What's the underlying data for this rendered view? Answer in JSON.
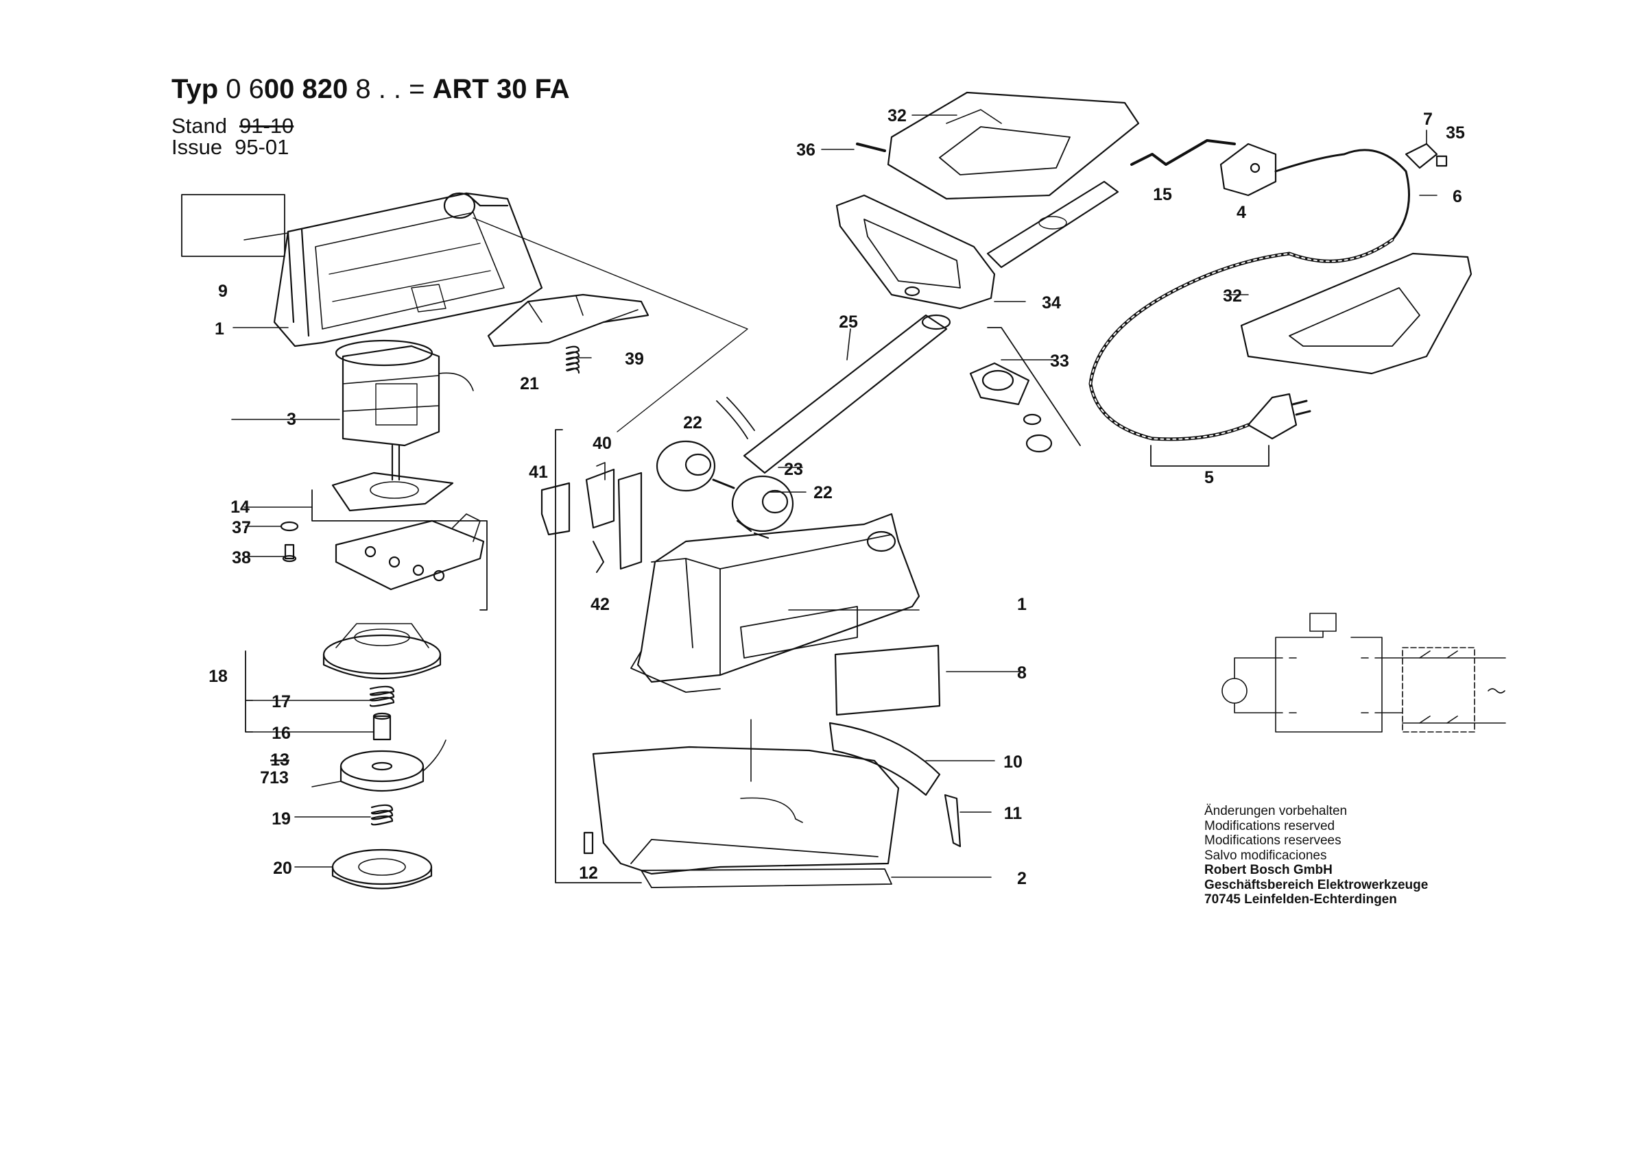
{
  "header": {
    "typ_label": "Typ",
    "typ_number_a": "0 6",
    "typ_number_b": "00 820",
    "typ_number_c": " 8 . . =",
    "model": "ART 30 FA",
    "stand_label": "Stand",
    "stand_value": "91-10",
    "issue_label": "Issue",
    "issue_value": "95-01"
  },
  "callouts": [
    "1",
    "1",
    "2",
    "3",
    "4",
    "5",
    "6",
    "7",
    "8",
    "9",
    "10",
    "11",
    "12",
    "13",
    "713",
    "14",
    "15",
    "16",
    "17",
    "18",
    "19",
    "20",
    "21",
    "22",
    "22",
    "23",
    "25",
    "32",
    "32",
    "33",
    "34",
    "35",
    "36",
    "37",
    "38",
    "39",
    "40",
    "41",
    "42"
  ],
  "notes": {
    "line1": "Änderungen vorbehalten",
    "line2": "Modifications reserved",
    "line3": "Modifications reservees",
    "line4": "Salvo modificaciones",
    "company": "Robert Bosch GmbH",
    "division": "Geschäftsbereich Elektrowerkzeuge",
    "address": "70745 Leinfelden-Echterdingen"
  }
}
